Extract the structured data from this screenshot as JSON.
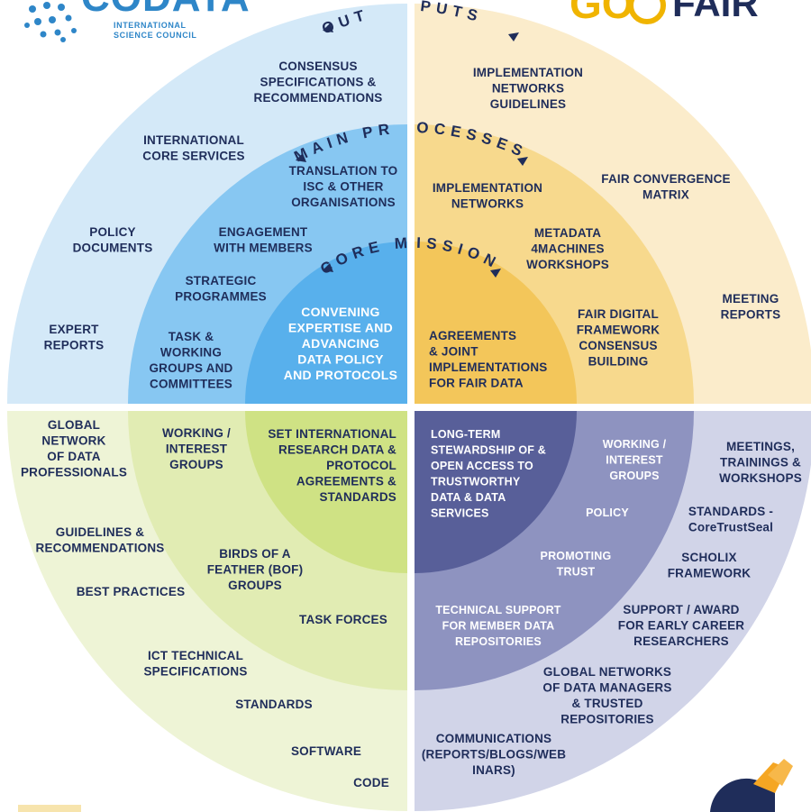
{
  "logos": {
    "codata_word": "CODATA",
    "codata_sub_line1": "INTERNATIONAL",
    "codata_sub_line2": "SCIENCE COUNCIL",
    "gofair_go": "GO",
    "gofair_fair": "FAIR"
  },
  "ring_titles": {
    "outputs_left": "OUT",
    "outputs_right": "PUTS",
    "main_left": "MAIN PR",
    "main_right": "OCESSES",
    "core_left": "CORE M",
    "core_right": "ISSION"
  },
  "colors": {
    "codata_outer": "#d4e9f8",
    "codata_mid": "#87c7f2",
    "codata_core": "#58b0ec",
    "gofair_outer": "#fbeccb",
    "gofair_mid": "#f7d98d",
    "gofair_core": "#f3c65a",
    "rda_outer": "#eef4d6",
    "rda_mid": "#e1ecb3",
    "rda_core": "#cfe284",
    "wds_outer": "#d1d4e8",
    "wds_mid": "#8e93c0",
    "wds_core": "#585f99",
    "text_dark": "#1f2d5a"
  },
  "codata_quadrant": {
    "outer": [
      [
        "CONSENSUS",
        "SPECIFICATIONS &",
        "RECOMMENDATIONS"
      ],
      [
        "INTERNATIONAL",
        "CORE SERVICES"
      ],
      [
        "POLICY",
        "DOCUMENTS"
      ],
      [
        "EXPERT",
        "REPORTS"
      ]
    ],
    "mid": [
      [
        "TRANSLATION TO",
        "ISC & OTHER",
        "ORGANISATIONS"
      ],
      [
        "ENGAGEMENT",
        "WITH MEMBERS"
      ],
      [
        "STRATEGIC",
        "PROGRAMMES"
      ],
      [
        "TASK &",
        "WORKING",
        "GROUPS AND",
        "COMMITTEES"
      ]
    ],
    "core": [
      "CONVENING",
      "EXPERTISE AND",
      "ADVANCING",
      "DATA POLICY",
      "AND PROTOCOLS"
    ]
  },
  "gofair_quadrant": {
    "outer": [
      [
        "IMPLEMENTATION",
        "NETWORKS",
        "GUIDELINES"
      ],
      [
        "FAIR CONVERGENCE",
        "MATRIX"
      ],
      [
        "MEETING",
        "REPORTS"
      ]
    ],
    "mid": [
      [
        "IMPLEMENTATION",
        "NETWORKS"
      ],
      [
        "METADATA",
        "4MACHINES",
        "WORKSHOPS"
      ],
      [
        "FAIR DIGITAL",
        "FRAMEWORK",
        "CONSENSUS",
        "BUILDING"
      ]
    ],
    "core": [
      "AGREEMENTS",
      "& JOINT",
      "IMPLEMENTATIONS",
      "FOR FAIR DATA"
    ]
  },
  "rda_quadrant": {
    "outer": [
      [
        "GLOBAL",
        "NETWORK",
        "OF DATA",
        "PROFESSIONALS"
      ],
      [
        "GUIDELINES &",
        "RECOMMENDATIONS"
      ],
      [
        "BEST PRACTICES"
      ],
      [
        "ICT TECHNICAL",
        "SPECIFICATIONS"
      ],
      [
        "STANDARDS"
      ],
      [
        "SOFTWARE"
      ],
      [
        "CODE"
      ]
    ],
    "mid": [
      [
        "WORKING /",
        "INTEREST",
        "GROUPS"
      ],
      [
        "BIRDS OF A",
        "FEATHER (BOF)",
        "GROUPS"
      ],
      [
        "TASK FORCES"
      ]
    ],
    "core": [
      "SET INTERNATIONAL",
      "RESEARCH DATA &",
      "PROTOCOL",
      "AGREEMENTS &",
      "STANDARDS"
    ]
  },
  "wds_quadrant": {
    "outer": [
      [
        "MEETINGS,",
        "TRAININGS &",
        "WORKSHOPS"
      ],
      [
        "STANDARDS -",
        "CoreTrustSeal"
      ],
      [
        "SCHOLIX",
        "FRAMEWORK"
      ],
      [
        "SUPPORT / AWARD",
        "FOR EARLY CAREER",
        "RESEARCHERS"
      ],
      [
        "GLOBAL NETWORKS",
        "OF DATA MANAGERS",
        "& TRUSTED",
        "REPOSITORIES"
      ],
      [
        "COMMUNICATIONS",
        "(REPORTS/BLOGS/WEB",
        "INARS)"
      ]
    ],
    "mid": [
      [
        "WORKING /",
        "INTEREST",
        "GROUPS"
      ],
      [
        "POLICY"
      ],
      [
        "PROMOTING",
        "TRUST"
      ],
      [
        "TECHNICAL SUPPORT",
        "FOR MEMBER DATA",
        "REPOSITORIES"
      ]
    ],
    "core": [
      "LONG-TERM",
      "STEWARDSHIP OF &",
      "OPEN ACCESS TO",
      "TRUSTWORTHY",
      "DATA & DATA",
      "SERVICES"
    ]
  }
}
